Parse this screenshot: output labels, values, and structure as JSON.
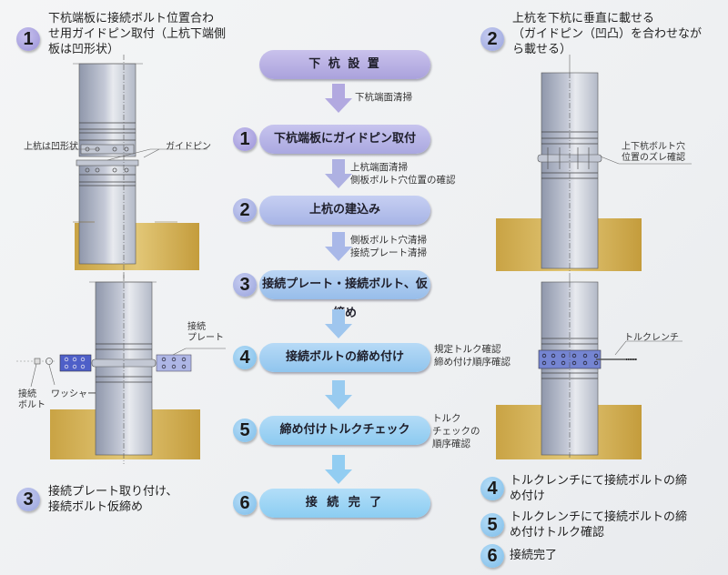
{
  "colors": {
    "purple_step": "#aaa2dc",
    "blue_step": "#8ccaf0",
    "ground": "#c9a344",
    "pile": "#b9bfcc",
    "plate": "#4e5fc8"
  },
  "left_panel": {
    "step1": {
      "number": "1",
      "caption": "下杭端板に接続ボルト位置合わ\nせ用ガイドピン取付（上杭下端側\n板は凹形状）",
      "label_upper_concave": "上杭は凹形状",
      "label_guide_pin": "ガイドピン"
    },
    "step3": {
      "number": "3",
      "caption": "接続プレート取り付け、\n接続ボルト仮締め",
      "label_plate": "接続\nプレート",
      "label_bolt": "接続\nボルト",
      "label_washer": "ワッシャー"
    }
  },
  "right_panel": {
    "step2": {
      "number": "2",
      "caption": "上杭を下杭に垂直に載せる\n（ガイドピン（凹凸）を合わせなが\nら載せる）",
      "label_bolt_hole": "上下杭ボルト穴\n位置のズレ確認"
    },
    "step4_image": {
      "label_wrench": "トルクレンチ"
    },
    "bottom_list": [
      {
        "number": "4",
        "text": "トルクレンチにて接続ボルトの締\nめ付け"
      },
      {
        "number": "5",
        "text": "トルクレンチにて接続ボルトの締\nめ付けトルク確認"
      },
      {
        "number": "6",
        "text": "接続完了"
      }
    ]
  },
  "flow": {
    "steps": [
      {
        "number": "",
        "label": "下 杭 設 置"
      },
      {
        "number": "1",
        "label": "下杭端板にガイドピン取付"
      },
      {
        "number": "2",
        "label": "上杭の建込み"
      },
      {
        "number": "3",
        "label": "接続プレート・接続ボルト、仮締め"
      },
      {
        "number": "4",
        "label": "接続ボルトの締め付け"
      },
      {
        "number": "5",
        "label": "締め付けトルクチェック"
      },
      {
        "number": "6",
        "label": "接 続 完 了"
      }
    ],
    "arrow_notes": [
      "下杭端面清掃",
      "上杭端面清掃\n側板ボルト穴位置の確認",
      "側板ボルト穴清掃\n接続プレート清掃",
      "",
      "",
      ""
    ],
    "side_notes": {
      "step4": "規定トルク確認\n締め付け順序確認",
      "step5": "トルク\nチェックの\n順序確認"
    }
  }
}
